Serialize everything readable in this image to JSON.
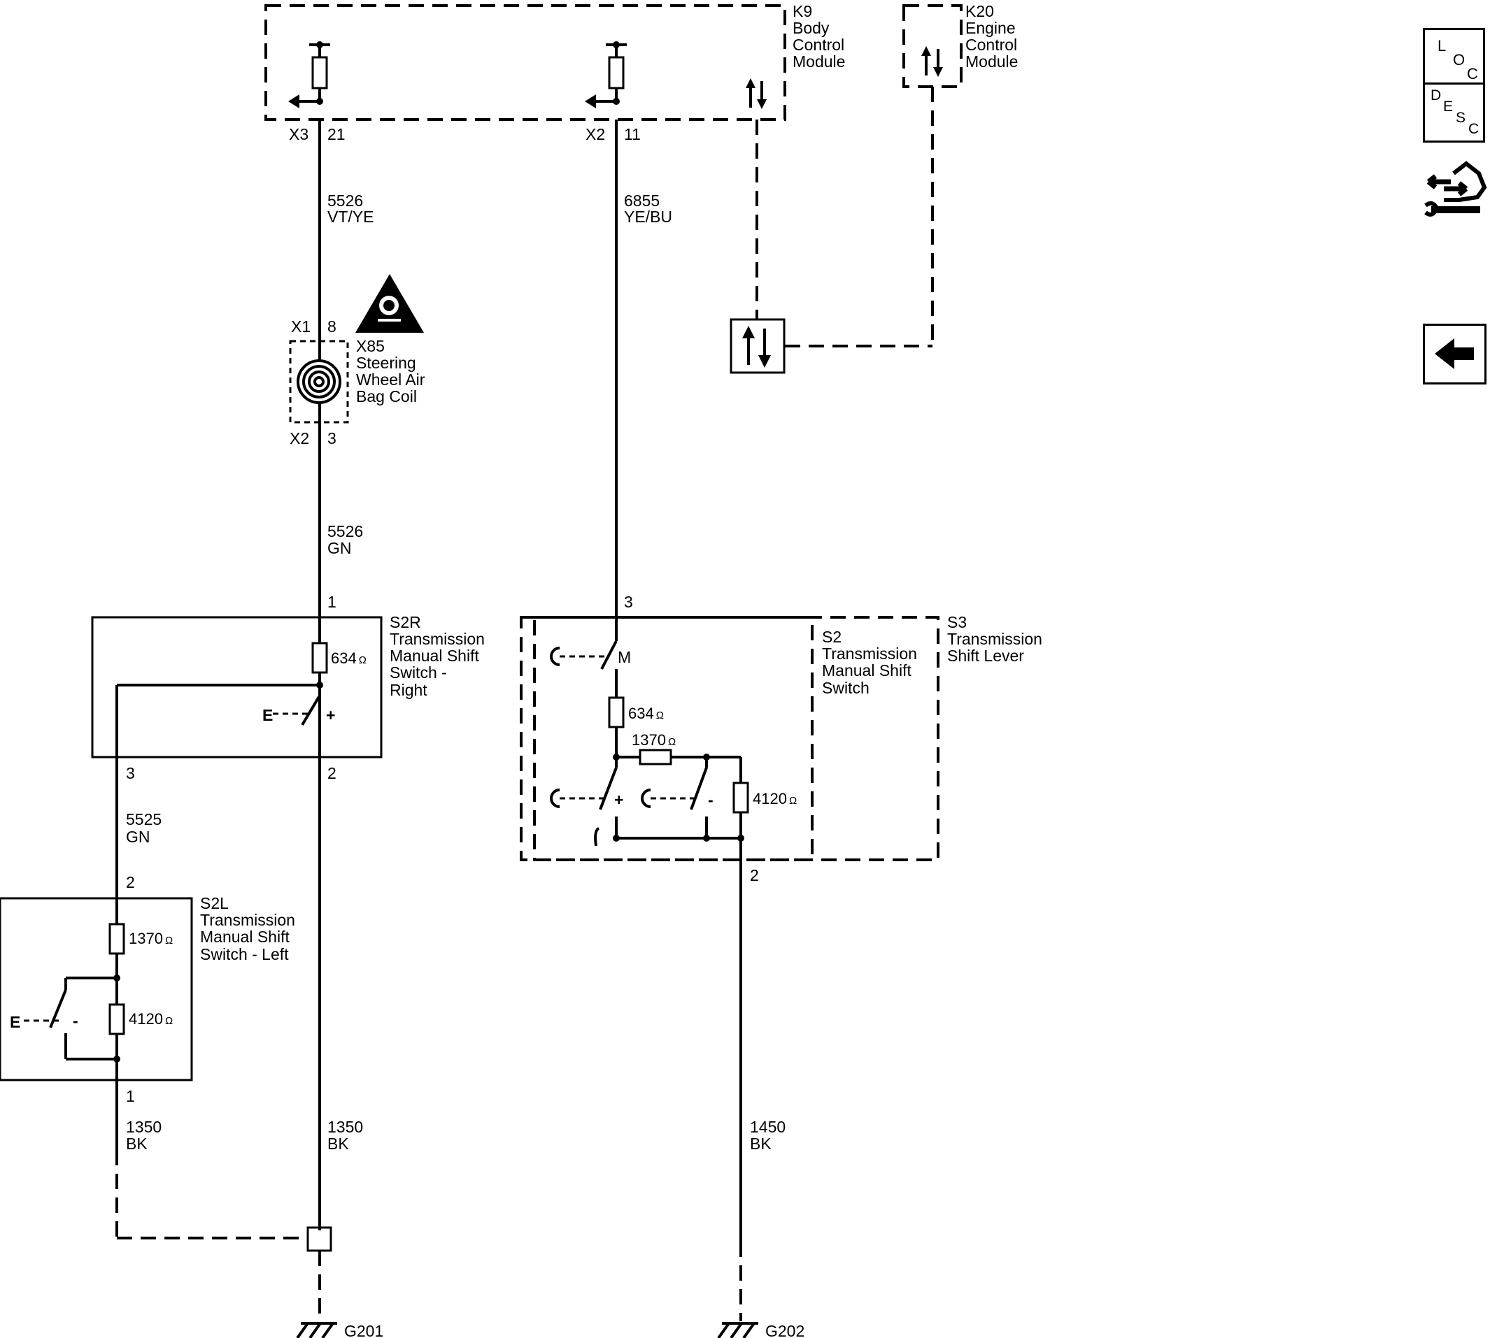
{
  "modules": {
    "k9": {
      "id": "K9",
      "line1": "Body",
      "line2": "Control",
      "line3": "Module"
    },
    "k20": {
      "id": "K20",
      "line1": "Engine",
      "line2": "Control",
      "line3": "Module"
    },
    "x85": {
      "id": "X85",
      "line1": "Steering",
      "line2": "Wheel Air",
      "line3": "Bag Coil"
    },
    "s2r": {
      "id": "S2R",
      "line1": "Transmission",
      "line2": "Manual Shift",
      "line3": "Switch -",
      "line4": "Right"
    },
    "s2l": {
      "id": "S2L",
      "line1": "Transmission",
      "line2": "Manual Shift",
      "line3": "Switch - Left"
    },
    "s2": {
      "id": "S2",
      "line1": "Transmission",
      "line2": "Manual Shift",
      "line3": "Switch"
    },
    "s3": {
      "id": "S3",
      "line1": "Transmission",
      "line2": "Shift Lever"
    }
  },
  "connectors": {
    "k9_x3": "X3",
    "k9_x3_pin": "21",
    "k9_x2": "X2",
    "k9_x2_pin": "11",
    "x85_x1": "X1",
    "x85_x1_pin": "8",
    "x85_x2": "X2",
    "x85_x2_pin": "3",
    "s2r_pin1": "1",
    "s2r_pin2": "2",
    "s2r_pin3": "3",
    "s2l_pin2": "2",
    "s2l_pin1": "1",
    "s3_pin3": "3",
    "s3_pin2": "2"
  },
  "wires": {
    "w1": {
      "circuit": "5526",
      "color": "VT/YE"
    },
    "w2": {
      "circuit": "6855",
      "color": "YE/BU"
    },
    "w3": {
      "circuit": "5526",
      "color": "GN"
    },
    "w4": {
      "circuit": "5525",
      "color": "GN"
    },
    "w5": {
      "circuit": "1350",
      "color": "BK"
    },
    "w6": {
      "circuit": "1350",
      "color": "BK"
    },
    "w7": {
      "circuit": "1450",
      "color": "BK"
    }
  },
  "resistors": {
    "s2r": "634",
    "s2l_top": "1370",
    "s2l_bottom": "4120",
    "s2_m": "634",
    "s2_series": "1370",
    "s2_shunt": "4120",
    "unit": "Ω"
  },
  "switch_labels": {
    "s2r_e": "E",
    "s2r_plus": "+",
    "s2l_e": "E",
    "s2l_minus": "-",
    "s2_m": "M",
    "s2_plus": "+",
    "s2_minus": "-"
  },
  "grounds": {
    "g201": "G201",
    "g202": "G202"
  },
  "nav": {
    "loc": {
      "l": "L",
      "o": "O",
      "c": "C"
    },
    "desc": {
      "d": "D",
      "e": "E",
      "s": "S",
      "c": "C"
    }
  },
  "colors": {
    "ink": "#000000",
    "background": "#ffffff"
  }
}
